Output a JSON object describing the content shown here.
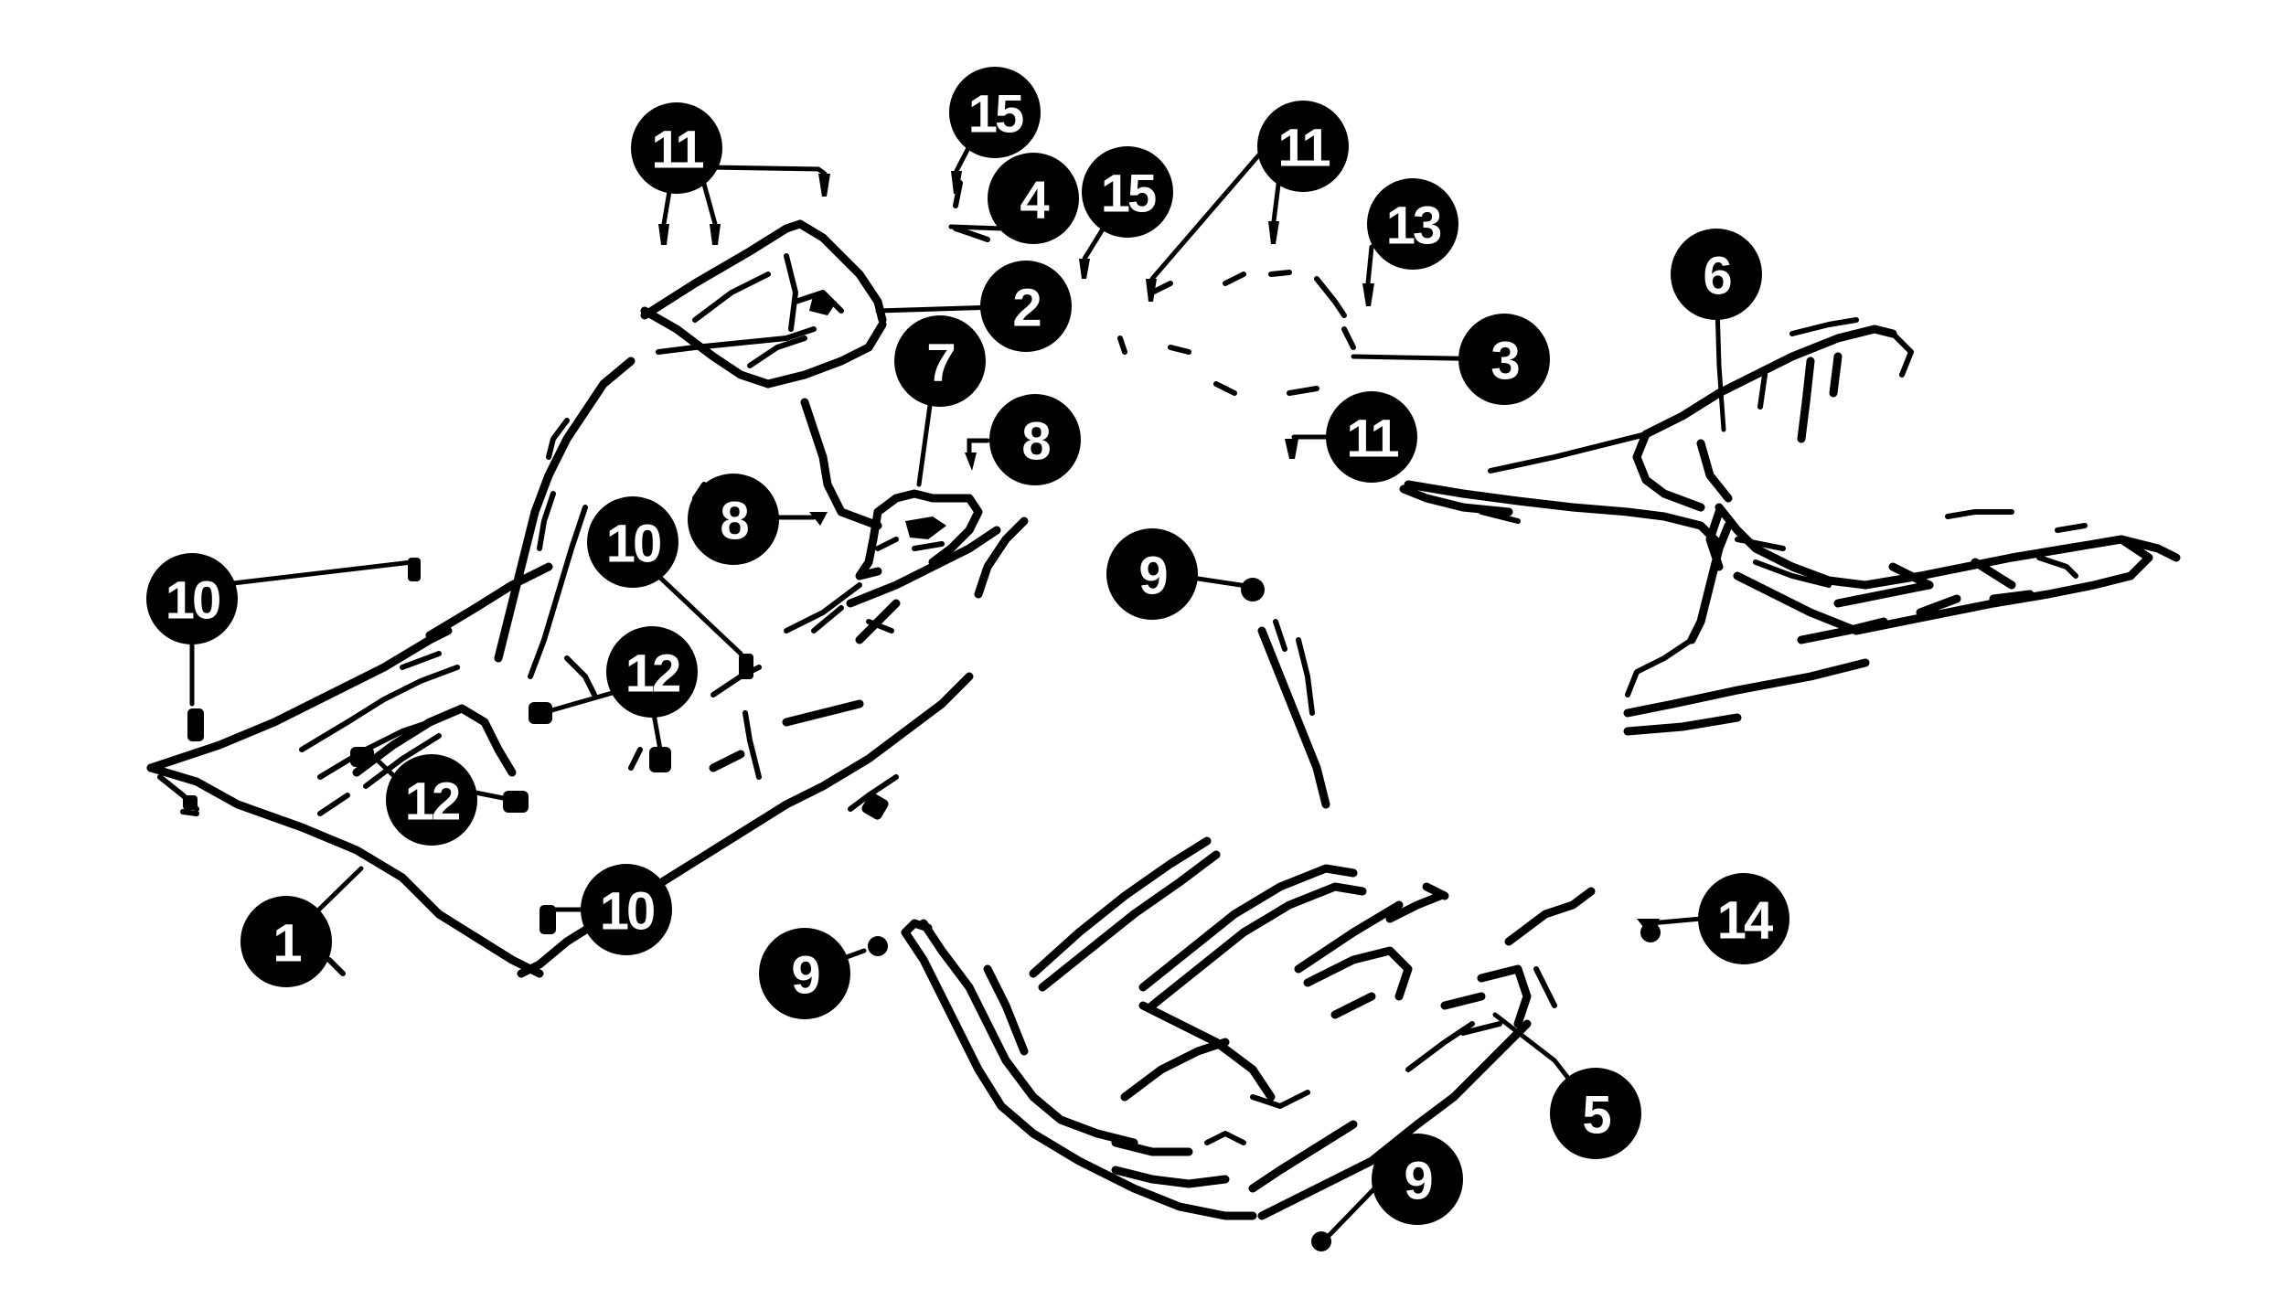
{
  "diagram": {
    "colors": {
      "ink": "#000000",
      "paper": "#ffffff",
      "callout_text": "#ffffff"
    },
    "parts": [
      {
        "id": "front-floor-pan",
        "number": "1"
      },
      {
        "id": "tunnel-bracket",
        "number": "2"
      },
      {
        "id": "rear-bracket",
        "number": "3"
      },
      {
        "id": "small-bracket",
        "number": "4"
      },
      {
        "id": "rear-floor-pan",
        "number": "5"
      },
      {
        "id": "trunk-floor-pan",
        "number": "6"
      },
      {
        "id": "shifter-plate",
        "number": "7"
      }
    ],
    "callouts": [
      {
        "number": "1"
      },
      {
        "number": "2"
      },
      {
        "number": "3"
      },
      {
        "number": "4"
      },
      {
        "number": "5"
      },
      {
        "number": "6"
      },
      {
        "number": "7"
      },
      {
        "number": "8"
      },
      {
        "number": "8"
      },
      {
        "number": "9"
      },
      {
        "number": "9"
      },
      {
        "number": "9"
      },
      {
        "number": "10"
      },
      {
        "number": "10"
      },
      {
        "number": "10"
      },
      {
        "number": "11"
      },
      {
        "number": "11"
      },
      {
        "number": "11"
      },
      {
        "number": "12"
      },
      {
        "number": "12"
      },
      {
        "number": "13"
      },
      {
        "number": "14"
      },
      {
        "number": "15"
      },
      {
        "number": "15"
      }
    ]
  }
}
